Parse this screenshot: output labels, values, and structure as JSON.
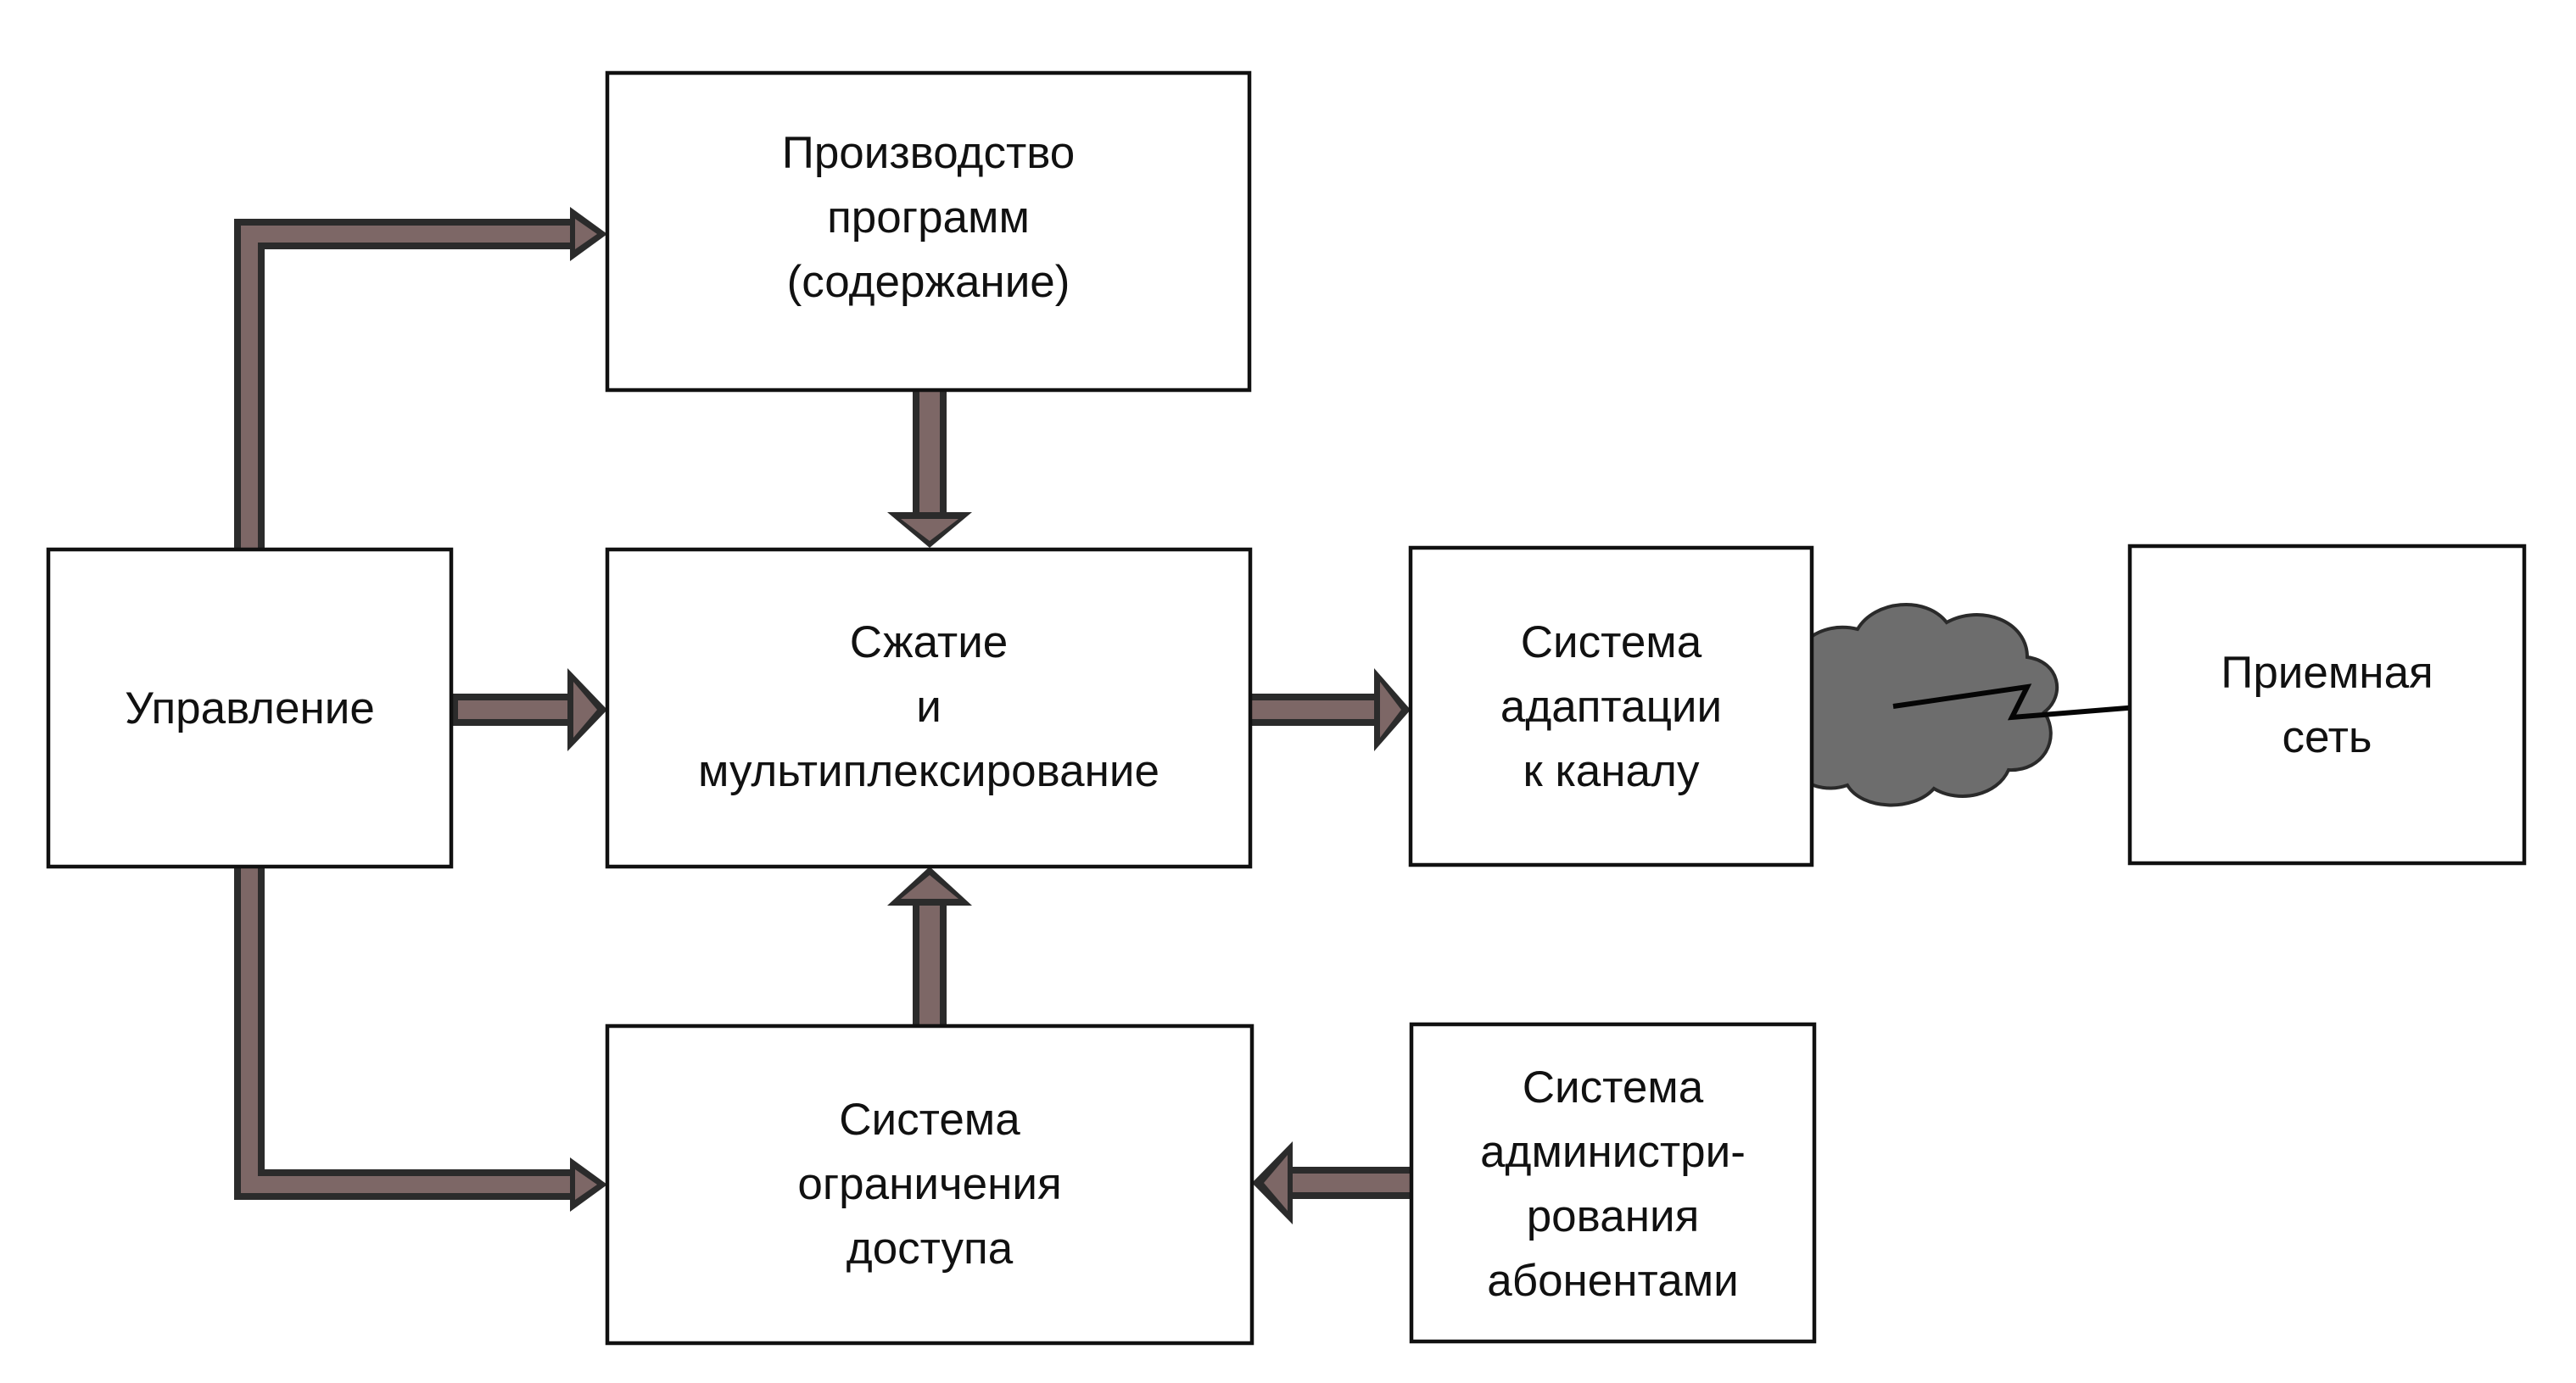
{
  "diagram": {
    "blocks": {
      "production": [
        "Производство",
        "программ",
        "(содержание)"
      ],
      "management": [
        "Управление"
      ],
      "compression": [
        "Сжатие",
        "и",
        "мультиплексирование"
      ],
      "adaptation": [
        "Система",
        "адаптации",
        "к каналу"
      ],
      "receiving": [
        "Приемная",
        "сеть"
      ],
      "access": [
        "Система",
        "ограничения",
        "доступа"
      ],
      "subscriber_admin": [
        "Система",
        "администри-",
        "рования",
        "абонентами"
      ]
    },
    "connections": [
      {
        "from": "management",
        "to": "production"
      },
      {
        "from": "management",
        "to": "compression"
      },
      {
        "from": "management",
        "to": "access"
      },
      {
        "from": "production",
        "to": "compression"
      },
      {
        "from": "access",
        "to": "compression"
      },
      {
        "from": "compression",
        "to": "adaptation"
      },
      {
        "from": "subscriber_admin",
        "to": "access"
      },
      {
        "from": "adaptation",
        "to": "receiving",
        "via": "broadcast channel (cloud with lightning)"
      }
    ],
    "colors": {
      "border": "#111111",
      "arrow_outline": "#2b2b2b",
      "arrow_fill": "#7d6766",
      "cloud": "#6d6d6d"
    },
    "icons": [
      "cloud-icon",
      "lightning-bolt-icon"
    ]
  }
}
